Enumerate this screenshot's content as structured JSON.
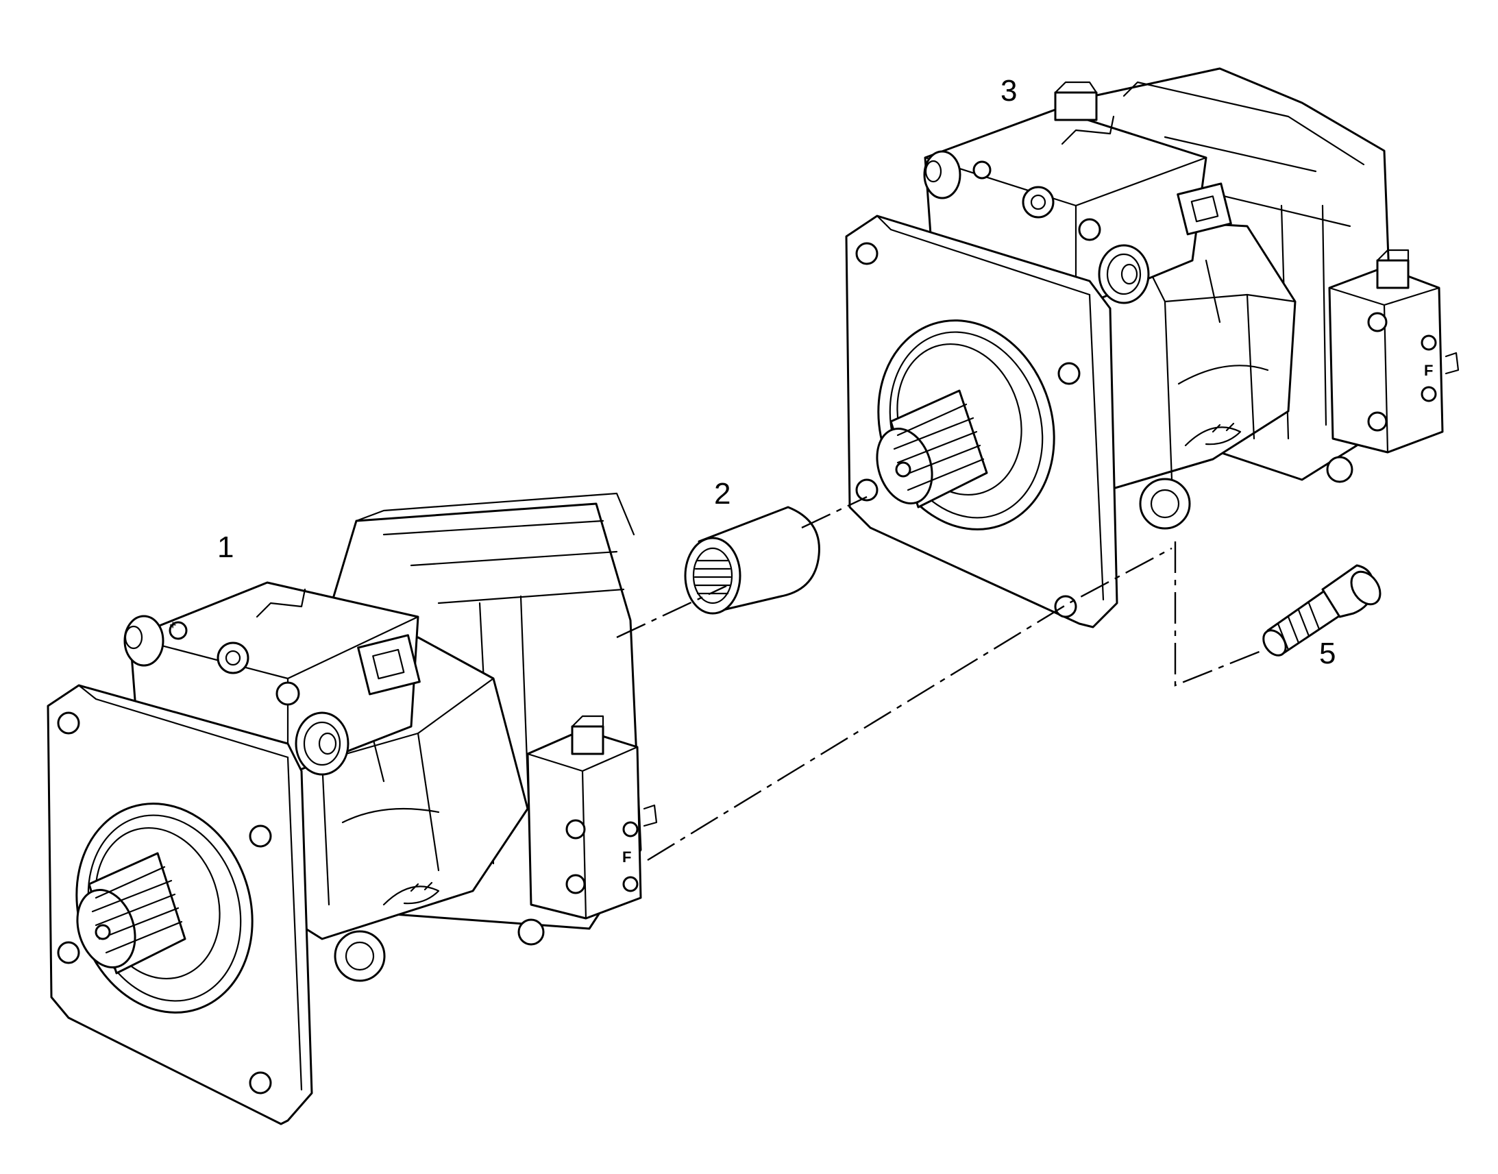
{
  "callouts": {
    "part1": "1",
    "part2": "2",
    "part3": "3",
    "part5": "5"
  },
  "markings": {
    "port_f": "F",
    "port_plus": "+"
  },
  "colors": {
    "line": "#000000",
    "background": "#ffffff"
  }
}
